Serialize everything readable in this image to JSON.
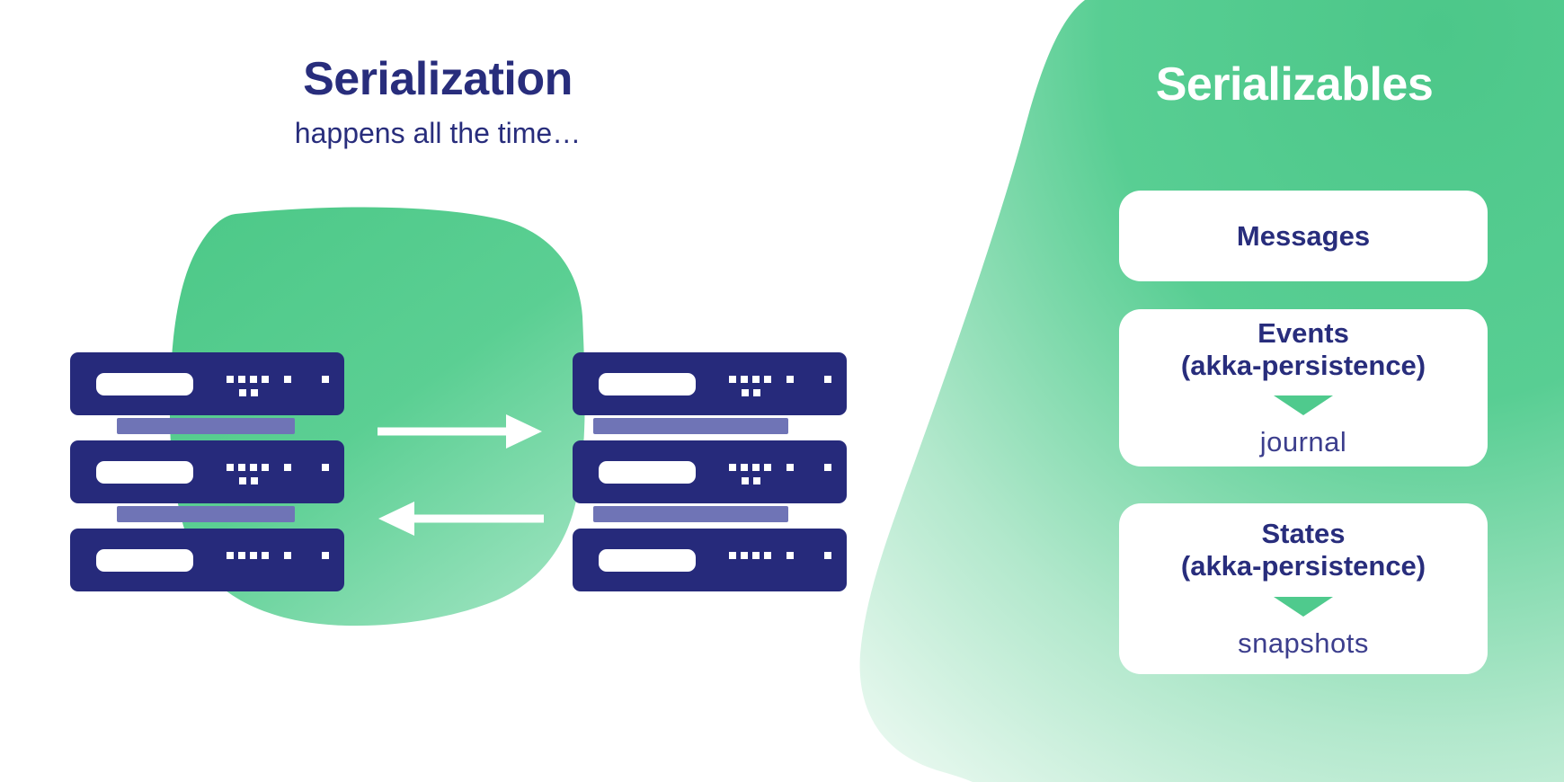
{
  "diagram": {
    "left": {
      "title": "Serialization",
      "subtitle": "happens all the time…"
    },
    "right": {
      "heading": "Serializables",
      "cards": [
        {
          "title": "Messages",
          "qualifier": "",
          "destination": ""
        },
        {
          "title": "Events",
          "qualifier": "(akka-persistence)",
          "destination": "journal"
        },
        {
          "title": "States",
          "qualifier": "(akka-persistence)",
          "destination": "snapshots"
        }
      ]
    }
  },
  "icons": {
    "flow_right": "arrow-right-icon",
    "flow_left": "arrow-left-icon",
    "card_pointer": "triangle-down-icon"
  },
  "colors": {
    "navy": "#262a7b",
    "text_navy": "#282d7c",
    "dest_navy": "#3c3e8d",
    "purple": "#6f74b6",
    "green": "#52ca8c",
    "white": "#ffffff"
  }
}
